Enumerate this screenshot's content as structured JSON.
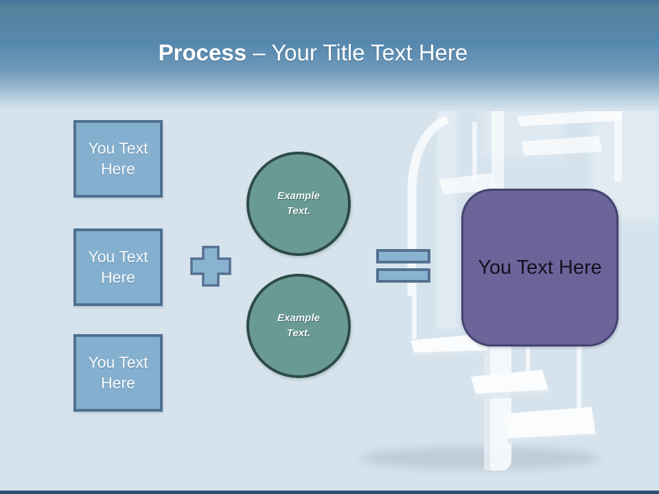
{
  "title": {
    "bold_part": "Process",
    "regular_part": " – Your Title Text Here"
  },
  "input_boxes": [
    {
      "label": "You Text Here"
    },
    {
      "label": "You Text Here"
    },
    {
      "label": "You Text Here"
    }
  ],
  "example_circles": [
    {
      "label": "Example Text."
    },
    {
      "label": "Example Text."
    }
  ],
  "result_box": {
    "label": "You Text Here"
  },
  "icons": {
    "plus": "plus-icon",
    "equals": "equals-icon",
    "background": "spiral-staircase-image"
  },
  "colors": {
    "header_top": "#47759d",
    "background": "#d6e3ed",
    "box_fill": "#85afce",
    "box_border": "#4f7190",
    "operator_fill": "#8ab3d1",
    "operator_border": "#54718f",
    "circle_fill": "#6a9a94",
    "circle_border": "#2d4b46",
    "result_fill": "#6a6499",
    "result_border": "#45426e",
    "footer_bar": "#2f4f73",
    "text_light": "#f6fafd",
    "text_dark": "#12121f"
  }
}
